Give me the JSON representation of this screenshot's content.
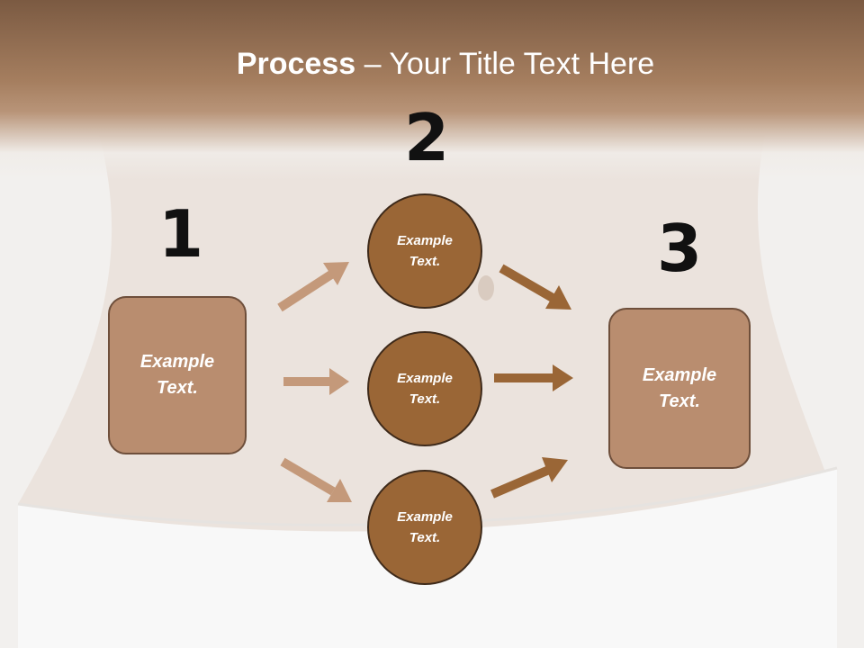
{
  "title": {
    "bold": "Process",
    "rest": " – Your Title Text Here"
  },
  "steps": {
    "one": "1",
    "two": "2",
    "three": "3"
  },
  "nodes": {
    "left_box": "Example\nText.",
    "circle_top": "Example\nText.",
    "circle_mid": "Example\nText.",
    "circle_bot": "Example\nText.",
    "right_box": "Example\nText."
  },
  "colors": {
    "light_arrow": "#c4997a",
    "dark_arrow": "#9a6636",
    "box_fill": "#b98d6f",
    "circle_fill": "#9a6636",
    "header_band": "#a57e5f"
  }
}
